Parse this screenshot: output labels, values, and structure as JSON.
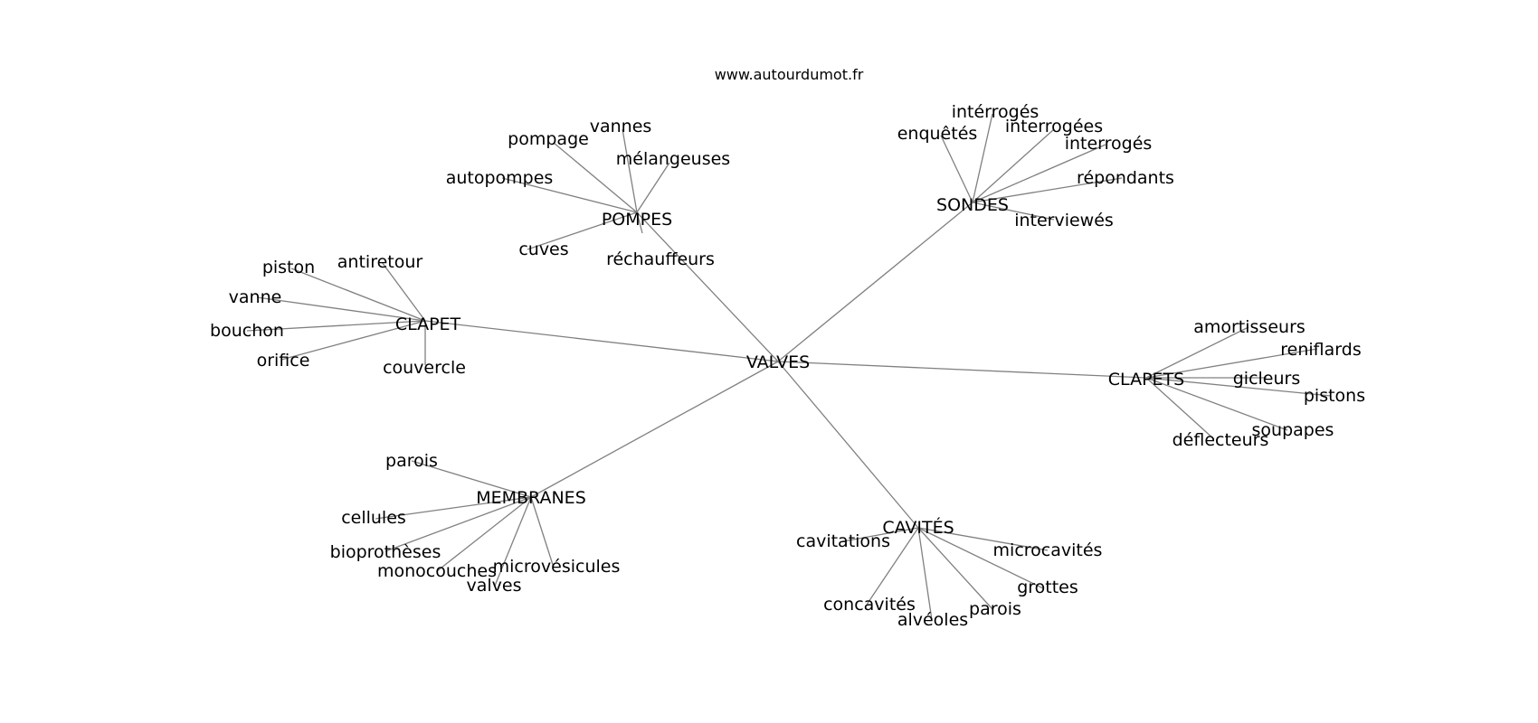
{
  "site": "www.autourdumot.fr",
  "root": "VALVES",
  "groups": [
    {
      "hub": "POMPES",
      "leaves": [
        "pompage",
        "vannes",
        "mélangeuses",
        "autopompes",
        "cuves",
        "réchauffeurs"
      ]
    },
    {
      "hub": "SONDES",
      "leaves": [
        "intérrogés",
        "enquêtés",
        "interrogées",
        "interrogés",
        "répondants",
        "interviewés"
      ]
    },
    {
      "hub": "CLAPET",
      "leaves": [
        "antiretour",
        "piston",
        "vanne",
        "bouchon",
        "orifice",
        "couvercle"
      ]
    },
    {
      "hub": "CLAPETS",
      "leaves": [
        "amortisseurs",
        "reniflards",
        "gicleurs",
        "pistons",
        "soupapes",
        "déflecteurs"
      ]
    },
    {
      "hub": "MEMBRANES",
      "leaves": [
        "parois",
        "cellules",
        "bioprothèses",
        "monocouches",
        "microvésicules",
        "valves"
      ]
    },
    {
      "hub": "CAVITÉS",
      "leaves": [
        "cavitations",
        "microcavités",
        "grottes",
        "concavités",
        "alvéoles",
        "parois"
      ]
    }
  ],
  "colors": {
    "edge": "#808080",
    "text": "#000000",
    "background": "#ffffff"
  }
}
